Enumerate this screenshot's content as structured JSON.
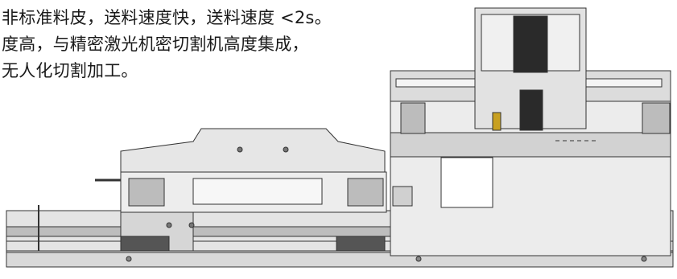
{
  "caption": {
    "lines": [
      "非标准料皮，送料速度快，送料速度 <2s。",
      "度高，与精密激光机密切割机高度集成，",
      "无人化切割加工。"
    ]
  },
  "drawing": {
    "subject": "mechanical feeder assembly CAD drawing",
    "colors": {
      "stroke": "#333333",
      "metal_light": "#e6e6e6",
      "metal_mid": "#c8c8c8",
      "metal_dark": "#555555",
      "roller": "#2a2a2a"
    }
  }
}
